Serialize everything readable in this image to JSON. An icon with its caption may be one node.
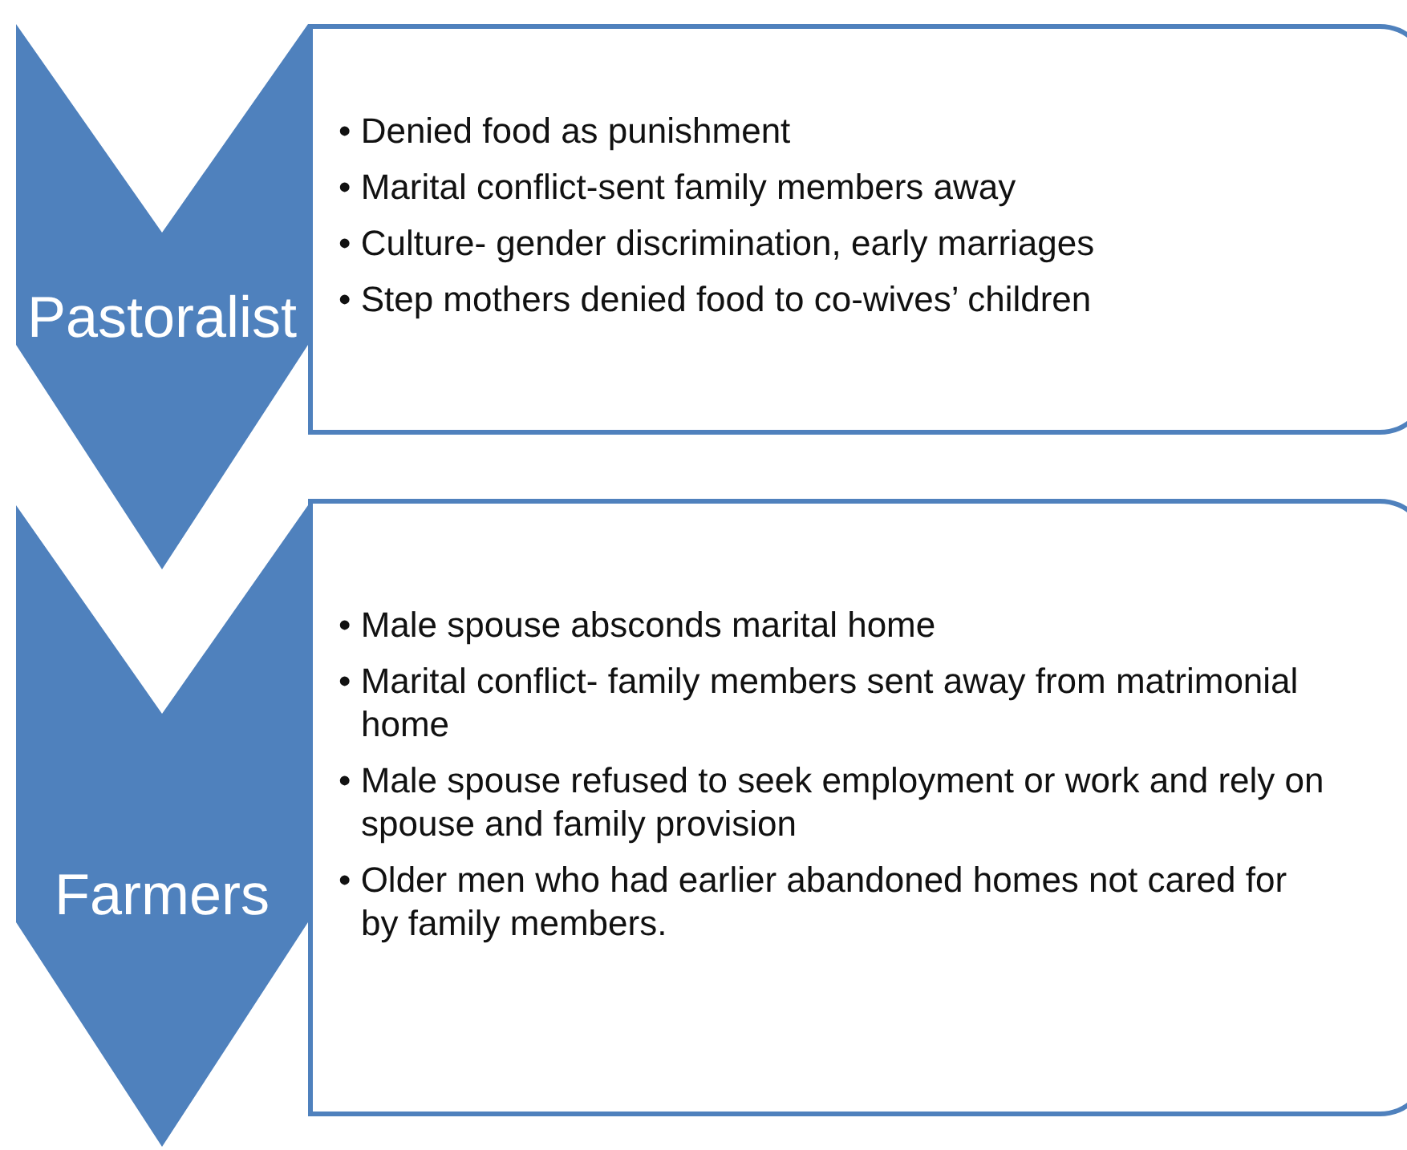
{
  "diagram": {
    "nodes": [
      {
        "text": [
          "Pastoralist"
        ]
      },
      {
        "text": [
          "• Denied food as punishment",
          "• Marital conflict-sent family members away",
          "• Culture- gender discrimination, early marriages",
          "• Step mothers denied food to co-wives’ children"
        ]
      },
      {
        "text": [
          "Farmers"
        ]
      },
      {
        "text": [
          "• Male spouse absconds marital home",
          "• Marital conflict- family members sent away from matrimonial home",
          "• Male spouse refused to seek employment or work and rely on spouse and family provision",
          "• Older men who had earlier abandoned homes not cared for by family members."
        ]
      }
    ]
  }
}
